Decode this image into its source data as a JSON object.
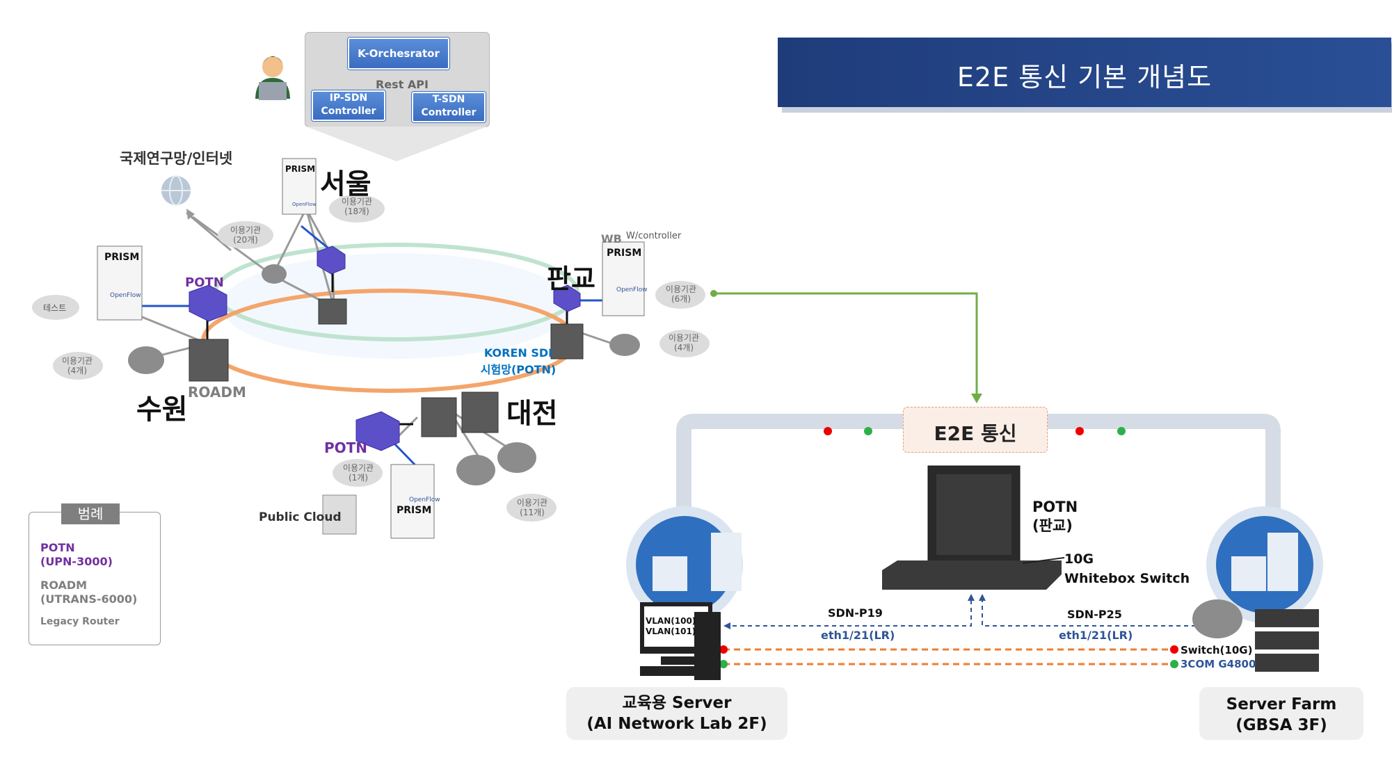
{
  "title": "E2E 통신 기본 개념도",
  "orchestrator": {
    "main": "K-Orchesrator",
    "api": "Rest API",
    "ip_sdn": "IP-SDN\nController",
    "ip_sdn_l1": "IP-SDN",
    "ip_sdn_l2": "Controller",
    "t_sdn_l1": "T-SDN",
    "t_sdn_l2": "Controller"
  },
  "network": {
    "internet": "국제연구망/인터넷",
    "seoul": "서울",
    "pangyo": "판교",
    "suwon": "수원",
    "daejeon": "대전",
    "potn1": "POTN",
    "potn2": "POTN",
    "roadm": "ROADM",
    "koren_l1": "KOREN SDI",
    "koren_l2": "시험망(POTN)",
    "wb": "WB",
    "wb_ctrl": "W/controller",
    "public_cloud": "Public Cloud",
    "test": "테스트",
    "prism": "PRISM",
    "openflow": "OpenFlow",
    "orgs": [
      {
        "l1": "이용기관",
        "l2": "(18개)"
      },
      {
        "l1": "이용기관",
        "l2": "(20개)"
      },
      {
        "l1": "이용기관",
        "l2": "(6개)"
      },
      {
        "l1": "이용기관",
        "l2": "(4개)"
      },
      {
        "l1": "이용기관",
        "l2": "(4개)"
      },
      {
        "l1": "이용기관",
        "l2": "(1개)"
      },
      {
        "l1": "이용기관",
        "l2": "(11개)"
      }
    ]
  },
  "legend": {
    "tag": "범례",
    "potn_l1": "POTN",
    "potn_l2": "(UPN-3000)",
    "roadm_l1": "ROADM",
    "roadm_l2": "(UTRANS-6000)",
    "router": "Legacy Router"
  },
  "e2e": {
    "label": "E2E 통신",
    "potn_l1": "POTN",
    "potn_l2": "(판교)",
    "wb_l1": "10G",
    "wb_l2": "Whitebox Switch",
    "sdn_left": "SDN-P19",
    "eth_left": "eth1/21(LR)",
    "sdn_right": "SDN-P25",
    "eth_right": "eth1/21(LR)",
    "vlan1": "VLAN(100)",
    "vlan2": "VLAN(101)",
    "switch_l1": "Switch(10G)",
    "switch_l2": "3COM G4800",
    "left_loc_l1": "교육용 Server",
    "left_loc_l2": "(AI Network Lab 2F)",
    "right_loc_l1": "Server Farm",
    "right_loc_l2": "(GBSA 3F)"
  },
  "colors": {
    "banner": "#1f3c7a",
    "accent_blue": "#3a6cc2",
    "potn_purple": "#7030a0",
    "green_line": "#70ad47",
    "orange_dash": "#ed7d31",
    "navy_dash": "#2f5597"
  }
}
